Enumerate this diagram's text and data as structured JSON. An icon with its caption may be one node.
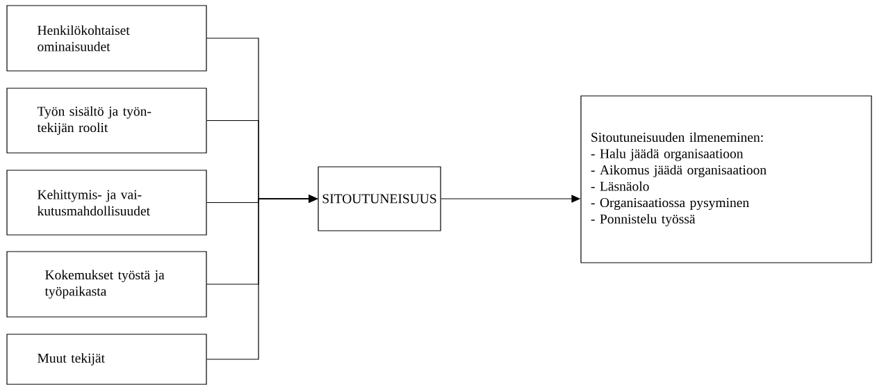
{
  "diagram": {
    "nodes": [
      {
        "text": [
          "Henkilökohtaiset ominaisuudet"
        ]
      },
      {
        "text": [
          "Työn sisältö ja työn-tekijän roolit"
        ]
      },
      {
        "text": [
          "Kehittymis- ja vai-kutusmahdollisuudet"
        ]
      },
      {
        "text": [
          "Kokemukset työstä ja työpaikasta"
        ]
      },
      {
        "text": [
          "Muut tekijät"
        ]
      },
      {
        "text": [
          "SITOUTUNEISUUS"
        ]
      },
      {
        "text": [
          "Sitoutuneisuuden ilmeneminen:",
          "- Halu jäädä organisaatioon",
          "- Aikomus jäädä organisaatioon",
          "- Läsnäolo",
          "- Organisaatiossa pysyminen",
          "- Ponnistelu työssä"
        ]
      }
    ],
    "edges": [
      {
        "from": 0,
        "to": 5,
        "arrow": "to"
      },
      {
        "from": 1,
        "to": 5,
        "arrow": "to"
      },
      {
        "from": 2,
        "to": 5,
        "arrow": "to"
      },
      {
        "from": 3,
        "to": 5,
        "arrow": "to"
      },
      {
        "from": 4,
        "to": 5,
        "arrow": "to"
      },
      {
        "from": 5,
        "to": 6,
        "arrow": "to"
      }
    ]
  }
}
